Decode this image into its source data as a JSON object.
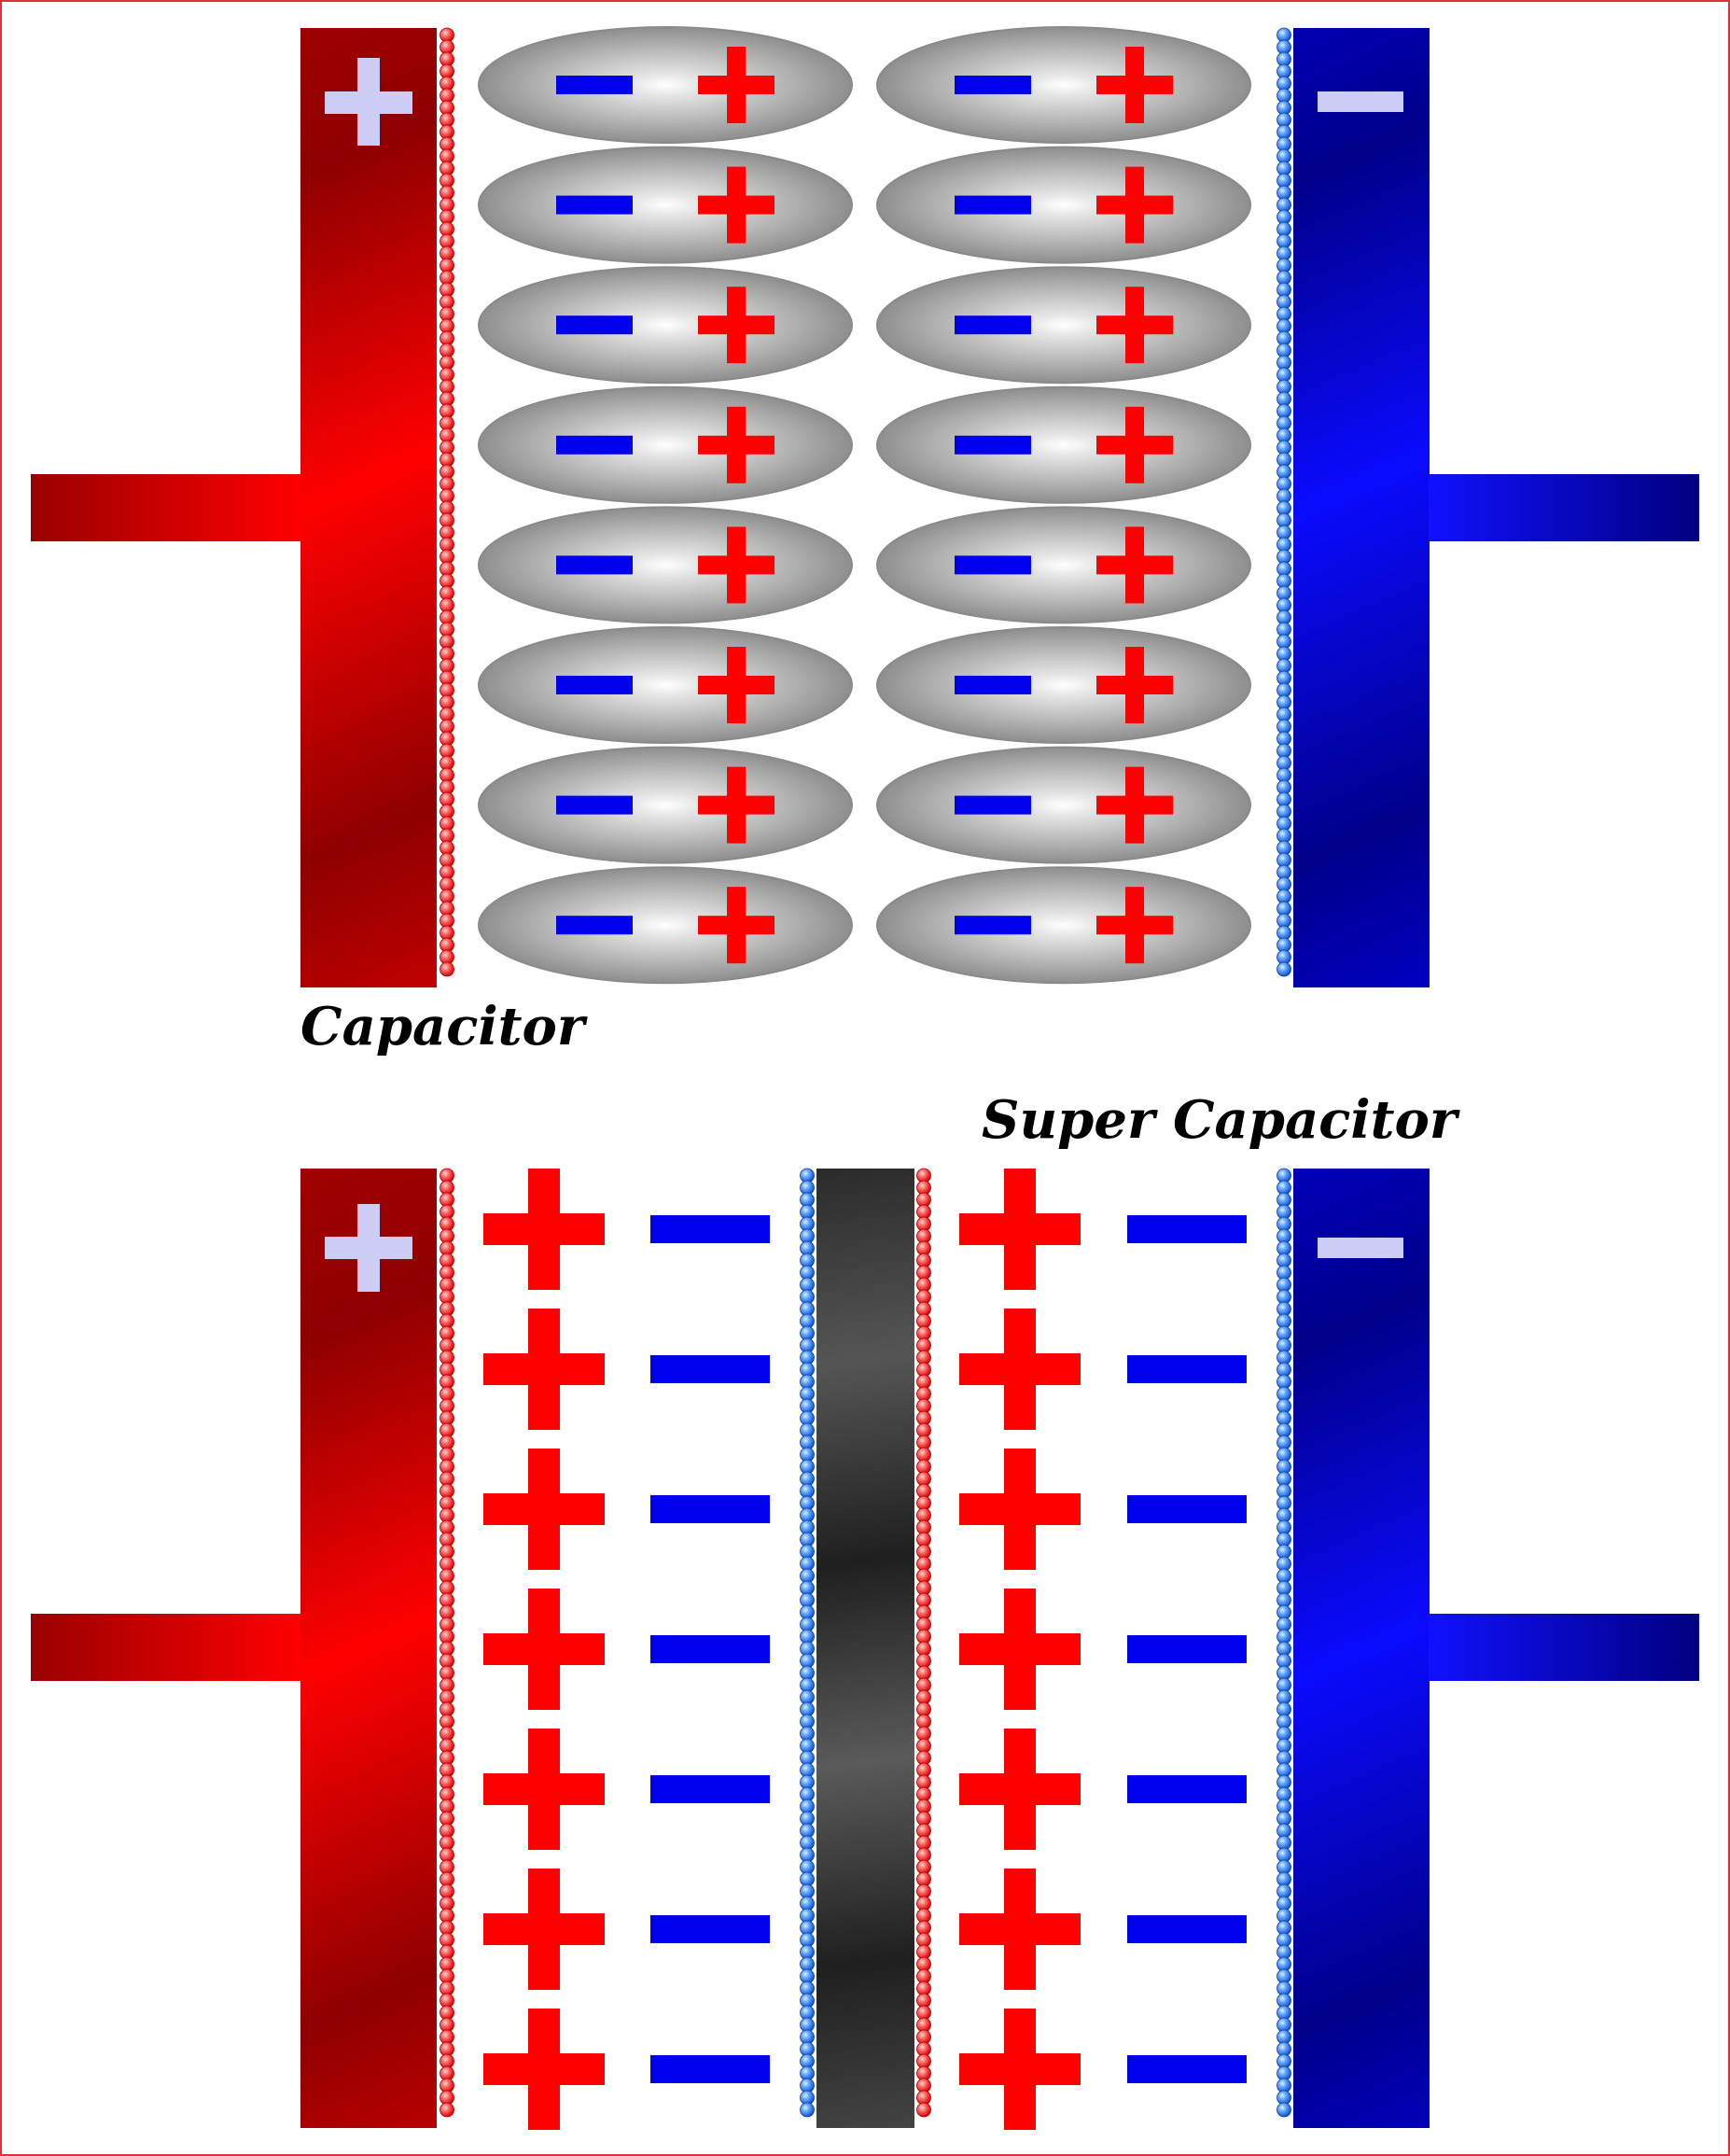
{
  "captions": {
    "capacitor": "Capacitor",
    "super_capacitor": "Super Capacitor"
  },
  "colors": {
    "frame": "#e0303a",
    "positive": "#ff0000",
    "positive_dark": "#990000",
    "negative": "#0000ee",
    "negative_dark": "#00007a",
    "plate_sign": "#ccccf5",
    "dielectric": "#a9a9a9",
    "separator": "#2a2a2a"
  },
  "capacitor": {
    "left_plate_sign": "plus-sign-icon",
    "right_plate_sign": "minus-sign-icon",
    "dielectric_rows": 8,
    "dielectric_cols": 2,
    "dipole_order": [
      "minus",
      "plus"
    ]
  },
  "super_capacitor": {
    "left_plate_sign": "plus-sign-icon",
    "right_plate_sign": "minus-sign-icon",
    "ion_rows": 7,
    "ion_order": [
      "plus",
      "minus"
    ]
  }
}
